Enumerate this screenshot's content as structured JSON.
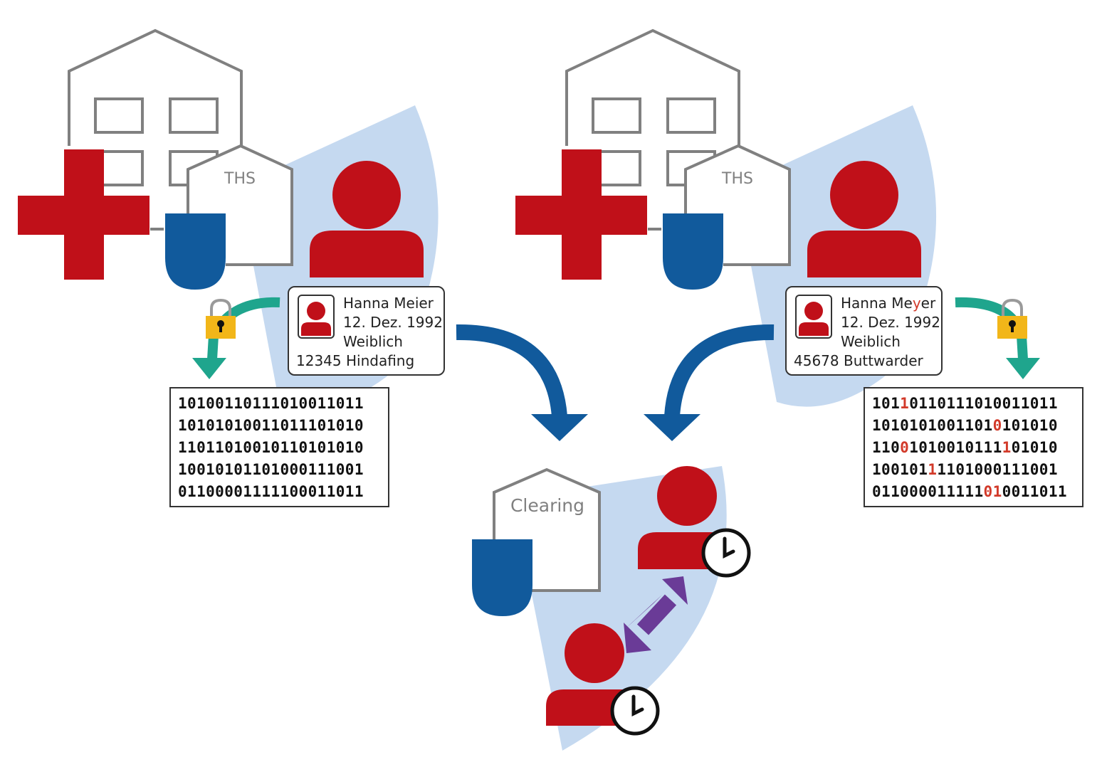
{
  "colors": {
    "red": "#c01019",
    "blue": "#115a9c",
    "light_blue": "#c5d9f0",
    "gray": "#808080",
    "teal": "#1fa58d",
    "lock": "#f2b619",
    "purple": "#6a3b97",
    "highlight": "#d23a2a"
  },
  "left": {
    "ths_label": "THS",
    "card": {
      "name": "Hanna Meier",
      "birthdate": "12. Dez. 1992",
      "gender": "Weiblich",
      "address": "12345 Hindafing"
    },
    "binary": [
      "10100110111010011011",
      "10101010011011101010",
      "11011010010110101010",
      "10010101101000111001",
      "01100001111100011011"
    ]
  },
  "right": {
    "ths_label": "THS",
    "card": {
      "name_pre": "Hanna Me",
      "name_hl": "y",
      "name_post": "er",
      "birthdate": "12. Dez. 1992",
      "gender": "Weiblich",
      "address": "45678 Buttwarder"
    },
    "binary": [
      [
        {
          "t": "101"
        },
        {
          "t": "1",
          "h": true
        },
        {
          "t": "0110111010011011"
        }
      ],
      [
        {
          "t": "1010101001101"
        },
        {
          "t": "0",
          "h": true
        },
        {
          "t": "101010"
        }
      ],
      [
        {
          "t": "110"
        },
        {
          "t": "0",
          "h": true
        },
        {
          "t": "1010010111"
        },
        {
          "t": "1",
          "h": true
        },
        {
          "t": "01010"
        }
      ],
      [
        {
          "t": "100101"
        },
        {
          "t": "1",
          "h": true
        },
        {
          "t": "1101000111001"
        }
      ],
      [
        {
          "t": "011000011111"
        },
        {
          "t": "01",
          "h": true
        },
        {
          "t": "0011011"
        }
      ]
    ]
  },
  "clearing": {
    "label": "Clearing"
  }
}
